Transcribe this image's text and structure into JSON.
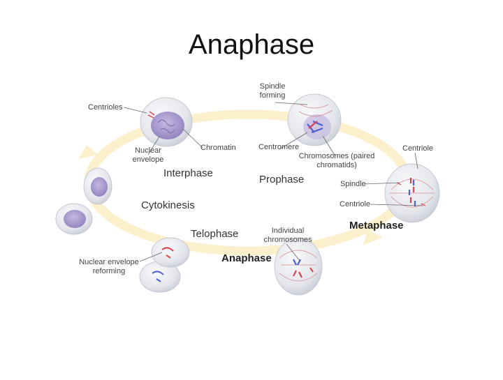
{
  "title": "Anaphase",
  "phases": {
    "interphase": "Interphase",
    "prophase": "Prophase",
    "metaphase": "Metaphase",
    "anaphase": "Anaphase",
    "telophase": "Telophase",
    "cytokinesis": "Cytokinesis"
  },
  "labels": {
    "spindle_forming": [
      "Spindle",
      "forming"
    ],
    "centrioles": "Centrioles",
    "nuclear_envelope": [
      "Nuclear",
      "envelope"
    ],
    "chromatin": "Chromatin",
    "centromere": "Centromere",
    "chromosomes_paired": [
      "Chromosomes (paired",
      "chromatids)"
    ],
    "centriole_top": "Centriole",
    "spindle": "Spindle",
    "centriole_mid": "Centriole",
    "individual_chromosomes": [
      "Individual",
      "chromosomes"
    ],
    "nuclear_envelope_reforming": [
      "Nuclear envelope",
      "reforming"
    ]
  },
  "colors": {
    "cycle_arrow": "#fbefcc",
    "cell_fill": "#e6e8ee",
    "nucleus": "#a89bcb",
    "chromosome_red": "#d6484e",
    "chromosome_blue": "#4b5fd0"
  }
}
